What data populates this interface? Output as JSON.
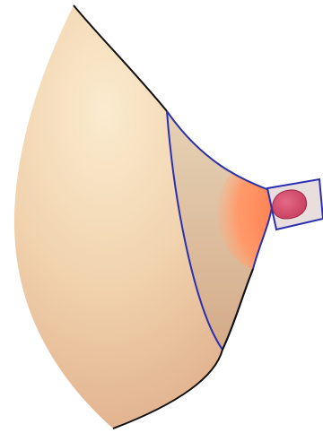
{
  "diagram": {
    "labels": [],
    "parts": [
      {
        "id": "outer-body",
        "icon": "breast-outline-shape"
      },
      {
        "id": "inner-region",
        "icon": "outlined-inner-zone"
      },
      {
        "id": "areola",
        "icon": "orange-gradient-area"
      },
      {
        "id": "nipple-channel",
        "icon": "tube-connector"
      },
      {
        "id": "nipple-tip",
        "icon": "pink-blob"
      }
    ],
    "colors": {
      "skin_light": "#f7e2c3",
      "skin_mid": "#eecda8",
      "skin_dark": "#d9a884",
      "outline": "#111111",
      "blue_outline": "#2a2fb0",
      "areola": "#ff8a5c",
      "nipple": "#d84a6a",
      "tube_fill": "#e8dede"
    }
  }
}
